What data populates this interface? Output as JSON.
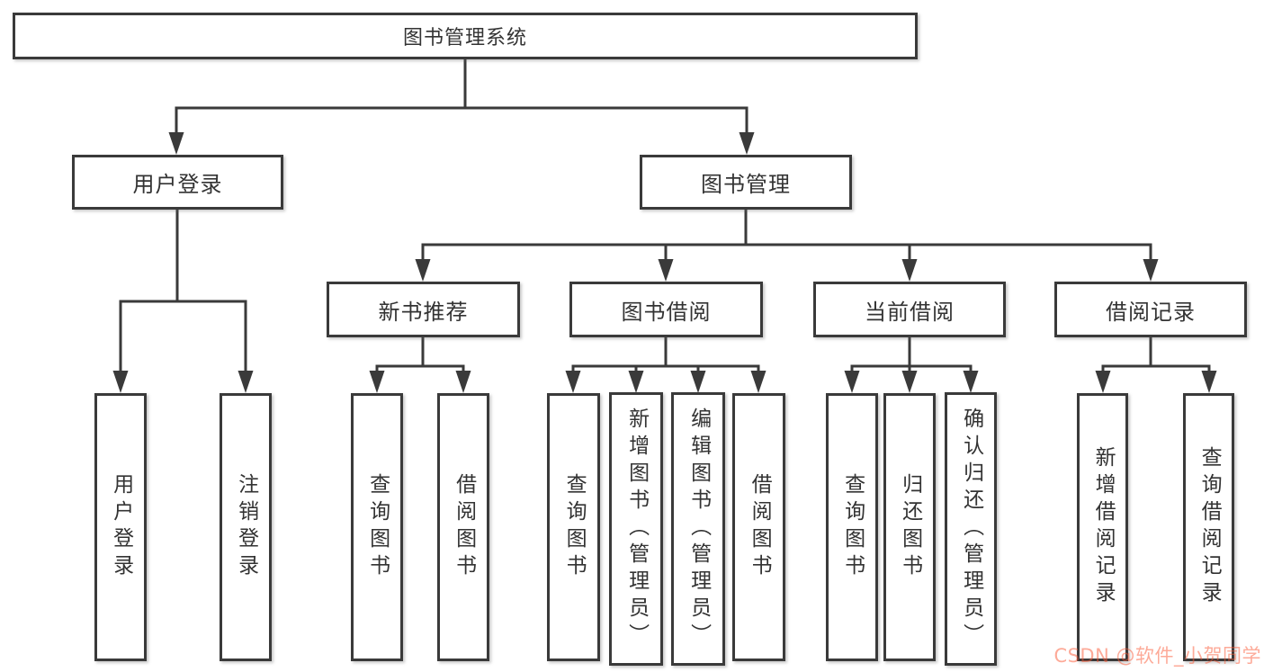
{
  "diagram": {
    "root": "图书管理系统",
    "level2": {
      "user_login": "用户登录",
      "book_mgmt": "图书管理"
    },
    "level3": {
      "new_books": "新书推荐",
      "book_borrow": "图书借阅",
      "current_borrow": "当前借阅",
      "borrow_records": "借阅记录"
    },
    "leaves": {
      "user_login": [
        "用户登录",
        "注销登录"
      ],
      "new_books": [
        "查询图书",
        "借阅图书"
      ],
      "book_borrow": [
        "查询图书",
        "新增图书（管理员）",
        "编辑图书（管理员）",
        "借阅图书"
      ],
      "current_borrow": [
        "查询图书",
        "归还图书",
        "确认归还（管理员）"
      ],
      "borrow_records": [
        "新增借阅记录",
        "查询借阅记录"
      ]
    }
  },
  "watermark": {
    "text": "CSDN @软件_小贺同学"
  },
  "colors": {
    "line": "#3a3a3a",
    "box_border": "#3a3a3a",
    "box_fill": "#ffffff",
    "text": "#333333",
    "watermark": "#fc5531",
    "background": "#ffffff"
  }
}
